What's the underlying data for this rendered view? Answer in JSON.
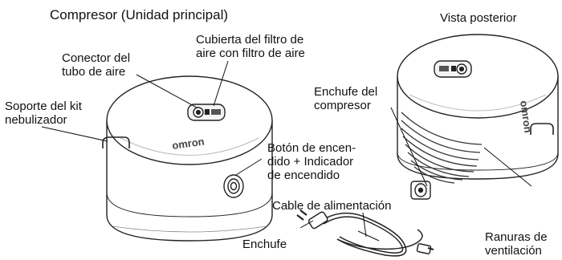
{
  "titles": {
    "main_unit": "Compresor (Unidad principal)",
    "rear_view": "Vista posterior"
  },
  "labels": {
    "filter_cover": [
      "Cubierta del filtro de",
      "aire con filtro de aire"
    ],
    "air_tube_connector": [
      "Conector del",
      "tubo de aire"
    ],
    "kit_holder": [
      "Soporte del kit",
      "nebulizador"
    ],
    "power_button": [
      "Botón de encen-",
      "dido + Indicador",
      "de encendido"
    ],
    "compressor_socket": [
      "Enchufe del",
      "compresor"
    ],
    "power_cable": "Cable de alimentación",
    "plug": "Enchufe",
    "vents": [
      "Ranuras de",
      "ventilación"
    ]
  },
  "brand": "omron"
}
